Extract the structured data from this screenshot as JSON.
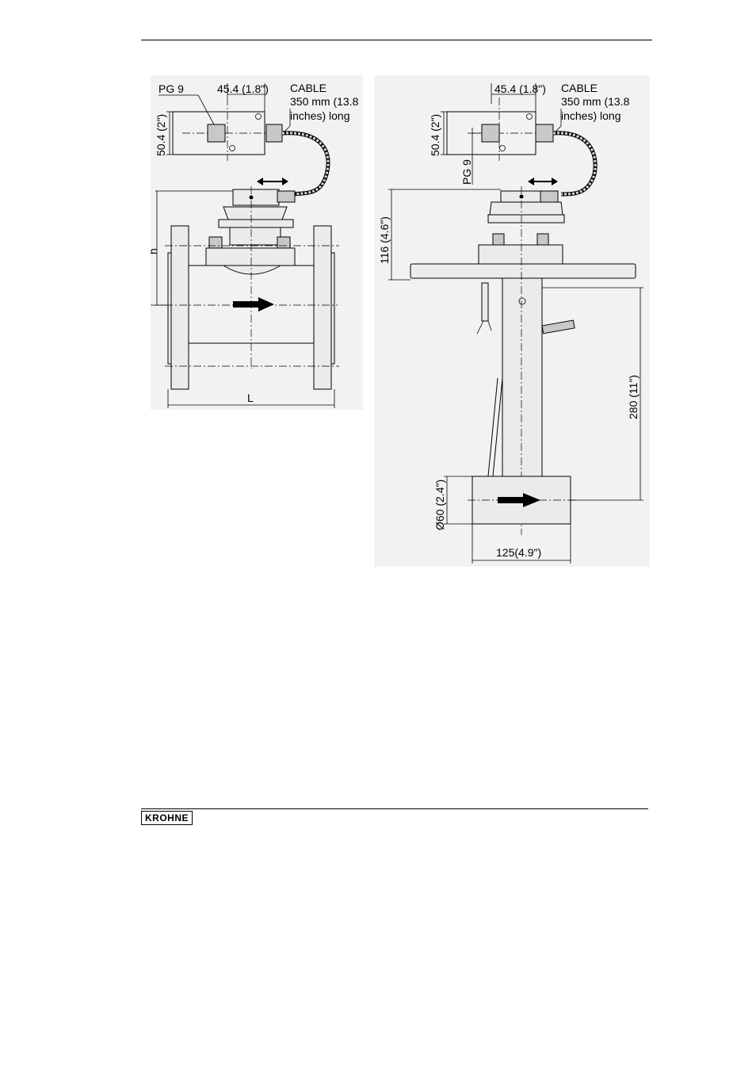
{
  "footer": {
    "logo_text": "KROHNE"
  },
  "left_drawing": {
    "pg_label": "PG 9",
    "width_dim": "45.4 (1.8\")",
    "height_dim": "50.4 (2\")",
    "cable_title": "CABLE",
    "cable_line1": "350 mm (13.8",
    "cable_line2": "inches) long",
    "h_label": "h",
    "l_label": "L"
  },
  "right_drawing": {
    "pg_label": "PG 9",
    "width_dim": "45.4 (1.8\")",
    "height_dim": "50.4 (2\")",
    "cable_title": "CABLE",
    "cable_line1": "350 mm (13.8",
    "cable_line2": "inches) long",
    "flange_height_dim": "116 (4.6\")",
    "insertion_dim": "280 (11\")",
    "diameter_dim": "Ø60 (2.4\")",
    "length_dim": "125(4.9\")"
  }
}
